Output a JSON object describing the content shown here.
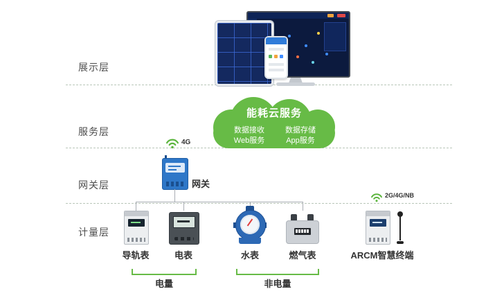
{
  "layers": [
    {
      "label": "展示层"
    },
    {
      "label": "服务层"
    },
    {
      "label": "网关层"
    },
    {
      "label": "计量层"
    }
  ],
  "cloud": {
    "title": "能耗云服务",
    "services": [
      {
        "label": "数据接收"
      },
      {
        "label": "数据存储"
      },
      {
        "label": "Web服务"
      },
      {
        "label": "App服务"
      }
    ]
  },
  "gateway": {
    "label": "网关",
    "wireless_label": "4G"
  },
  "metering": {
    "devices": [
      {
        "label": "导轨表"
      },
      {
        "label": "电表"
      },
      {
        "label": "水表"
      },
      {
        "label": "燃气表"
      },
      {
        "label": "ARCM智慧终端",
        "wireless_label": "2G/4G/NB"
      }
    ],
    "groups": [
      {
        "label": "电量"
      },
      {
        "label": "非电量"
      }
    ]
  },
  "colors": {
    "cloud_green": "#67bb46",
    "accent_green": "#5cb53e",
    "gateway_blue": "#2e77c8",
    "line_gray": "#a8adb3",
    "text_dark": "#333333"
  }
}
